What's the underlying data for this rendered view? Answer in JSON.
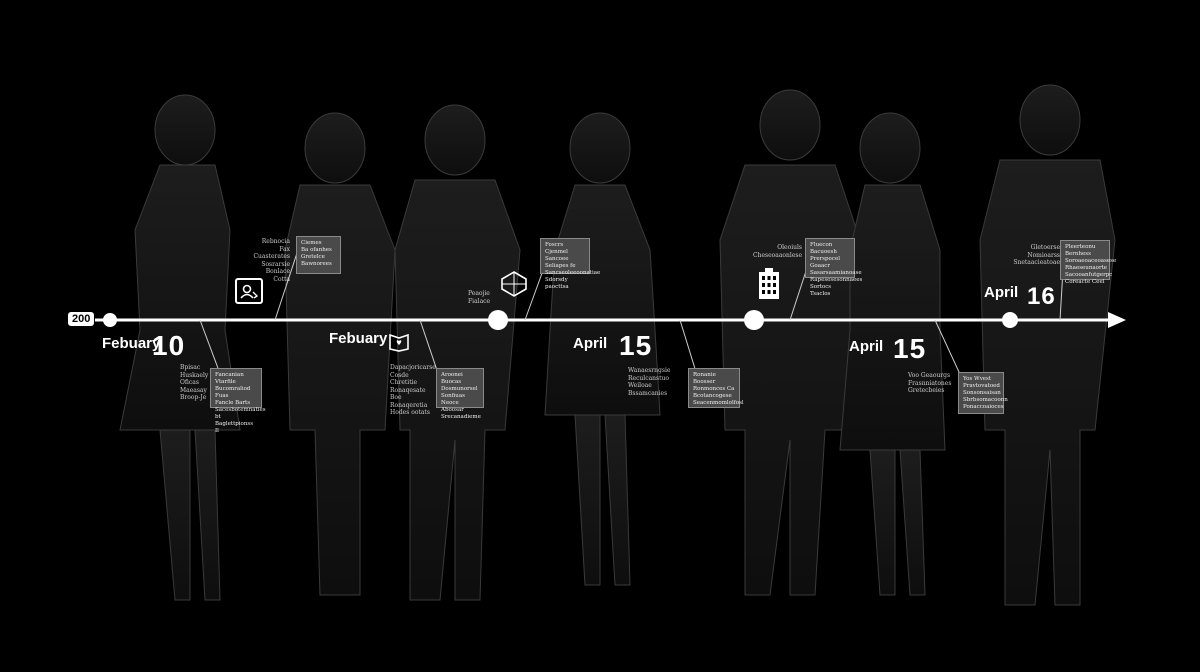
{
  "timeline": {
    "start_label": "200",
    "events": [
      {
        "month": "Febuary",
        "day": "10",
        "icon": "id-card-icon",
        "upper_text": [
          "Rebnocia",
          "Fax Cuasterates",
          "Sosrarsie",
          "Bonlace Cotta"
        ],
        "upper_box": [
          "Ciemes",
          "Ba ofanhes",
          "Gretelce",
          "Bawnorees"
        ],
        "lower_text": [
          "Bpisac",
          "Huskaely",
          "Oficas",
          "Maeasay",
          "Broop-Je"
        ],
        "lower_box": [
          "Fancanian Vtarfile",
          "Bucomraliod Fuas",
          "Fancle Barts",
          "Sacesbotemnaties",
          "bt Baglettpionss Il"
        ]
      },
      {
        "month": "Febuary",
        "day": "",
        "icon": "book-heart-icon",
        "upper_text": [],
        "upper_box": [],
        "lower_text": [
          "Dapacjoricarse",
          "Cosde Chretitie",
          "Ronaqesate Boe",
          "Ronaqeretia",
          "Hodes ootats"
        ],
        "lower_box": [
          "Aroonei Buocas",
          "Dosmunorsel",
          "Sonfiuas Neoce",
          "Aboosar",
          "Srecanadieme"
        ]
      },
      {
        "month": "",
        "day": "",
        "icon": "puzzle-shape-icon",
        "upper_text": [
          "Peaojie",
          "Fialace"
        ],
        "upper_box": [
          "Foscrs Cjenmel",
          "Sancoee Seliapes fe",
          "Sancseoleeoonatiae",
          "Sdorsdy paocttsa"
        ],
        "lower_text": [],
        "lower_box": []
      },
      {
        "month": "April",
        "day": "15",
        "icon": "",
        "upper_text": [],
        "upper_box": [],
        "lower_text": [
          "Wanaesrngsie",
          "Reculcanstuo",
          "Weiloae Bssamcanies"
        ],
        "lower_box": [
          "Ronanie Boosser",
          "Ronmonces Ca",
          "Bcotancogese",
          "Seacenmomlolfosl"
        ]
      },
      {
        "month": "",
        "day": "",
        "icon": "building-icon",
        "upper_text": [
          "Oleoiuls",
          "Cheseoaaonlese"
        ],
        "upper_box": [
          "Fluecon Bacuoesh",
          "Prerspocel Goaacr",
          "Sasarsaamianoase",
          "Rapesesesonnaees",
          "Sortocs Tsaclos"
        ],
        "lower_text": [],
        "lower_box": []
      },
      {
        "month": "April",
        "day": "15",
        "icon": "",
        "upper_text": [],
        "upper_box": [],
        "lower_text": [
          "Voo Geaourgs",
          "Frasnniatones",
          "Gretecbeies"
        ],
        "lower_box": [
          "Yos Wvest",
          "Pravtovatoed",
          "Sonsonsaisan",
          "Sbrbsomacoonn",
          "Ponaccoaioces"
        ]
      },
      {
        "month": "April",
        "day": "16",
        "icon": "",
        "upper_text": [
          "Gletoerse",
          "Nomioarss",
          "Snetaacieatoae"
        ],
        "upper_box": [
          "Pleerteonu Bernhess",
          "Soroaeoaceoasese",
          "Rhaeseunaorte",
          "Sacooanfutgerpc",
          "Coreacte Ceel"
        ],
        "lower_text": [],
        "lower_box": []
      }
    ]
  },
  "colors": {
    "background": "#000000",
    "line": "#ffffff",
    "box_fill": "#4a4a4a"
  }
}
